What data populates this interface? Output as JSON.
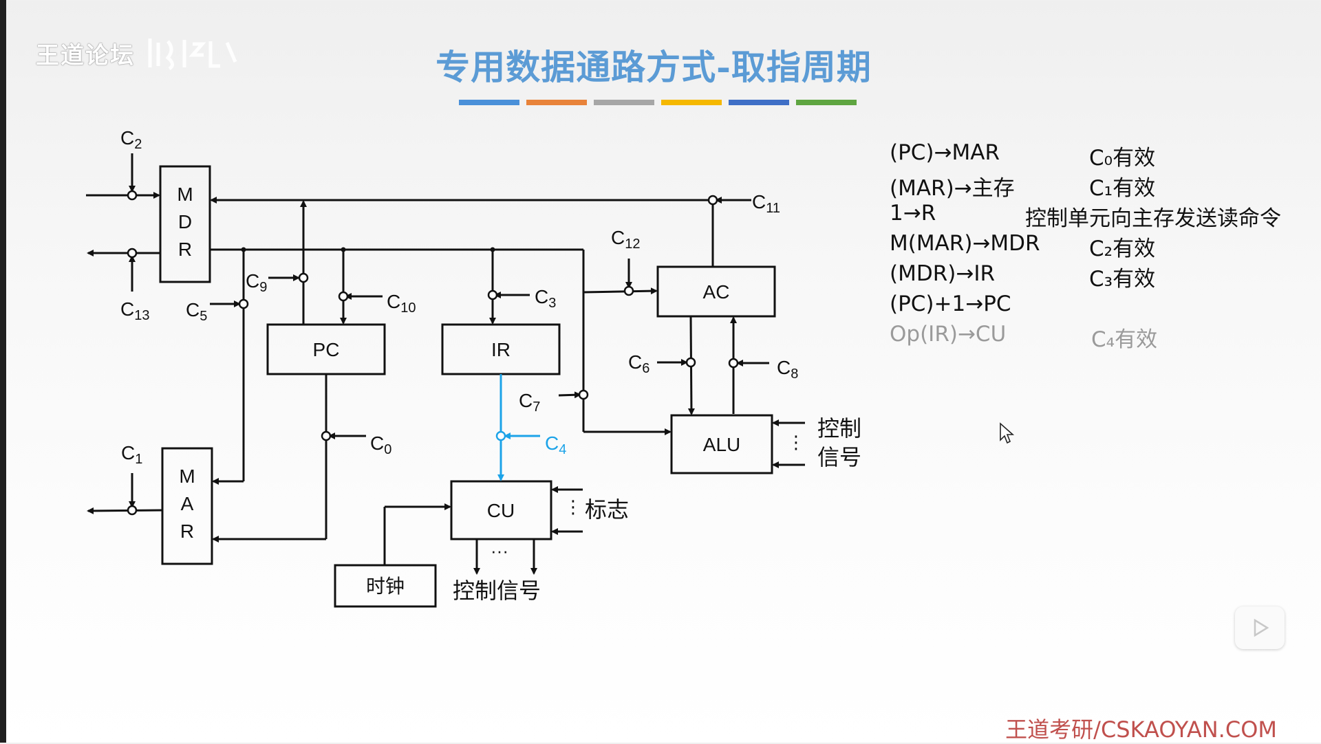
{
  "watermark": {
    "text": "王道论坛"
  },
  "title": "专用数据通路方式-取指周期",
  "stripes": [
    "#4a90d9",
    "#e8833a",
    "#a6a6a6",
    "#f5b800",
    "#3f6fc6",
    "#5fa541"
  ],
  "colors": {
    "title": "#5b9bd5",
    "highlight": "#1ca3e8",
    "footer": "#c0504d",
    "dim": "#9a9a9a"
  },
  "diagram": {
    "blocks": {
      "mdr": [
        "M",
        "D",
        "R"
      ],
      "mar": [
        "M",
        "A",
        "R"
      ],
      "pc": "PC",
      "ir": "IR",
      "ac": "AC",
      "alu": "ALU",
      "cu": "CU",
      "clock": "时钟"
    },
    "signals": [
      {
        "id": "c2",
        "base": "C",
        "sub": "2"
      },
      {
        "id": "c13",
        "base": "C",
        "sub": "13"
      },
      {
        "id": "c5",
        "base": "C",
        "sub": "5"
      },
      {
        "id": "c9",
        "base": "C",
        "sub": "9"
      },
      {
        "id": "c10",
        "base": "C",
        "sub": "10"
      },
      {
        "id": "c3",
        "base": "C",
        "sub": "3"
      },
      {
        "id": "c12",
        "base": "C",
        "sub": "12"
      },
      {
        "id": "c11",
        "base": "C",
        "sub": "11"
      },
      {
        "id": "c6",
        "base": "C",
        "sub": "6"
      },
      {
        "id": "c8",
        "base": "C",
        "sub": "8"
      },
      {
        "id": "c7",
        "base": "C",
        "sub": "7"
      },
      {
        "id": "c4",
        "base": "C",
        "sub": "4"
      },
      {
        "id": "c0",
        "base": "C",
        "sub": "0"
      },
      {
        "id": "c1",
        "base": "C",
        "sub": "1"
      }
    ],
    "labels": {
      "alu_ctrl_line1": "控制",
      "alu_ctrl_line2": "信号",
      "flags": "标志",
      "cu_out": "控制信号",
      "vdots": "⋮",
      "ellipsis": "···"
    }
  },
  "steps": [
    {
      "op": "(PC)→MAR",
      "note": "C₀有效"
    },
    {
      "op": "(MAR)→主存",
      "note": "C₁有效"
    },
    {
      "op": "1→R",
      "note": "控制单元向主存发送读命令"
    },
    {
      "op": "M(MAR)→MDR",
      "note": "C₂有效"
    },
    {
      "op": "(MDR)→IR",
      "note": "C₃有效"
    },
    {
      "op": "(PC)+1→PC",
      "note": ""
    },
    {
      "op": "Op(IR)→CU",
      "note": "C₄有效"
    }
  ],
  "footer": "王道考研/CSKAOYAN.COM",
  "icons": {
    "cursor": "mouse-pointer-icon",
    "play": "play-icon"
  }
}
